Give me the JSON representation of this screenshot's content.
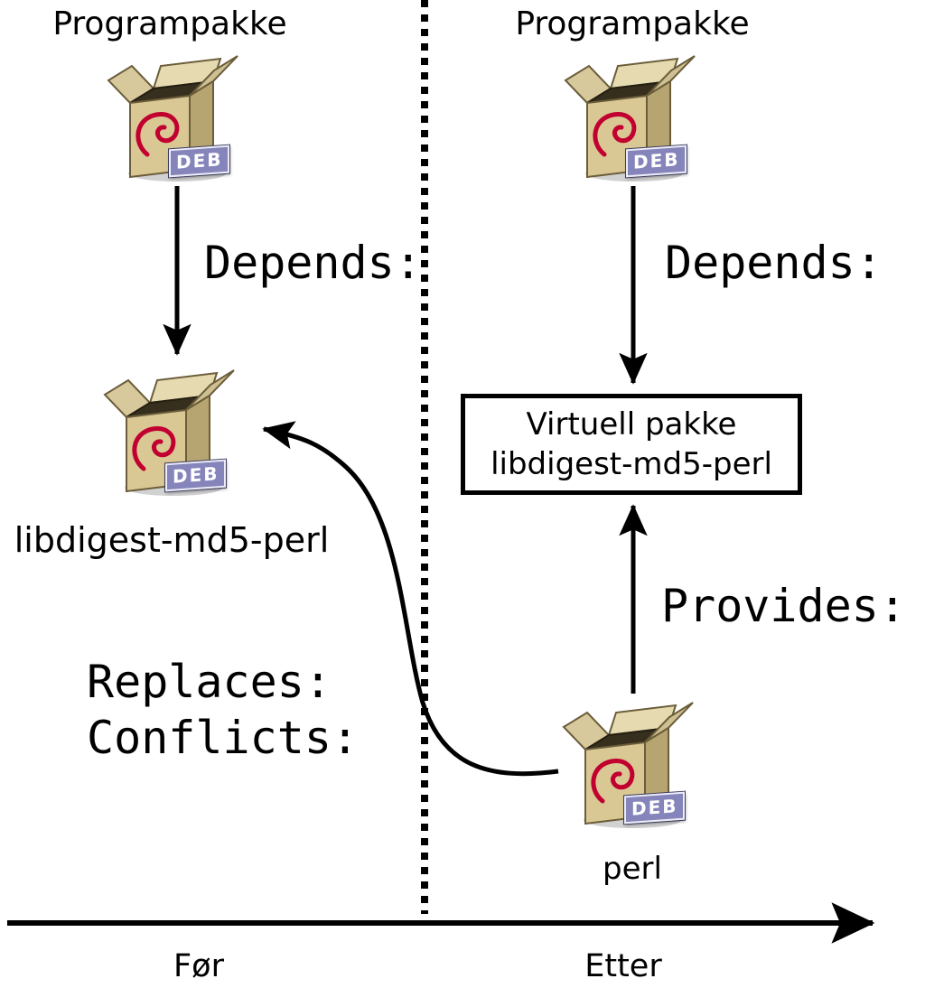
{
  "icons": {
    "deb_label": "DEB"
  },
  "left": {
    "package_label": "Programpakke",
    "depends_label": "Depends:",
    "target_package_label": "libdigest-md5-perl",
    "replaces_label": "Replaces:",
    "conflicts_label": "Conflicts:"
  },
  "right": {
    "package_label": "Programpakke",
    "depends_label": "Depends:",
    "virtual_box": {
      "line1": "Virtuell pakke",
      "line2": "libdigest-md5-perl"
    },
    "provides_label": "Provides:",
    "provider_package_label": "perl"
  },
  "axis": {
    "before_label": "Før",
    "after_label": "Etter"
  },
  "colors": {
    "text": "#000000",
    "box_front": "#d9c794",
    "box_side": "#b7a571",
    "box_flap": "#e6dab0",
    "swirl_red": "#c10030",
    "badge_bg": "#8585bb",
    "badge_text": "#ffffff"
  }
}
